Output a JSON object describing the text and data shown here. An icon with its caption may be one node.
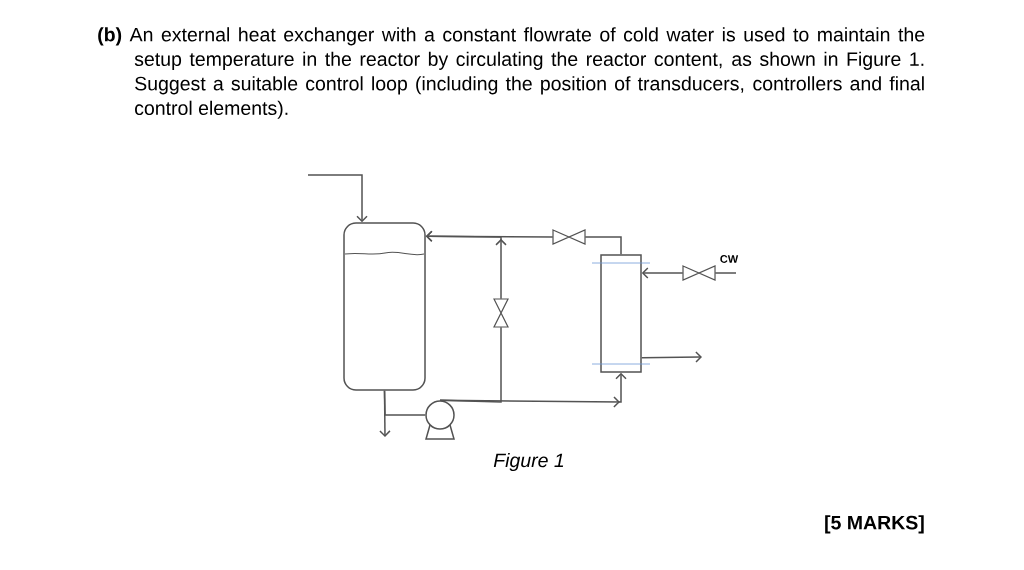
{
  "diagram": {
    "caption": "Figure 1",
    "nodes": [
      {
        "text": [],
        "shape": "cylinder"
      },
      {
        "text": [
          "CW"
        ]
      },
      {
        "text": [],
        "shape": "valve"
      },
      {
        "text": [],
        "shape": "valve"
      },
      {
        "text": [],
        "shape": "valve"
      },
      {
        "text": [],
        "shape": "box"
      },
      {
        "text": [],
        "shape": "pump"
      }
    ],
    "edges": [
      {
        "from": null,
        "to": 0,
        "arrow": "to"
      },
      {
        "from": 5,
        "to": 2,
        "arrow": "none"
      },
      {
        "from": 2,
        "to": 0,
        "arrow": "to"
      },
      {
        "from": 3,
        "to": 0,
        "arrow": "to"
      },
      {
        "from": 6,
        "to": 5,
        "arrow": "to"
      },
      {
        "from": 6,
        "to": 3,
        "arrow": "none"
      },
      {
        "from": 0,
        "to": 6,
        "arrow": "none"
      },
      {
        "from": 0,
        "to": null,
        "arrow": "to"
      },
      {
        "from": 1,
        "to": 4,
        "arrow": "none"
      },
      {
        "from": 4,
        "to": 5,
        "arrow": "to"
      },
      {
        "from": 5,
        "to": null,
        "arrow": "to"
      }
    ],
    "labels": [
      "**(b)** An external heat exchanger with a constant flowrate of cold water is used to maintain the setup temperature in the reactor by circulating the reactor content, as shown in Figure 1. Suggest a suitable control loop (including the position of transducers, controllers and final control elements).",
      "[5 MARKS]"
    ]
  }
}
